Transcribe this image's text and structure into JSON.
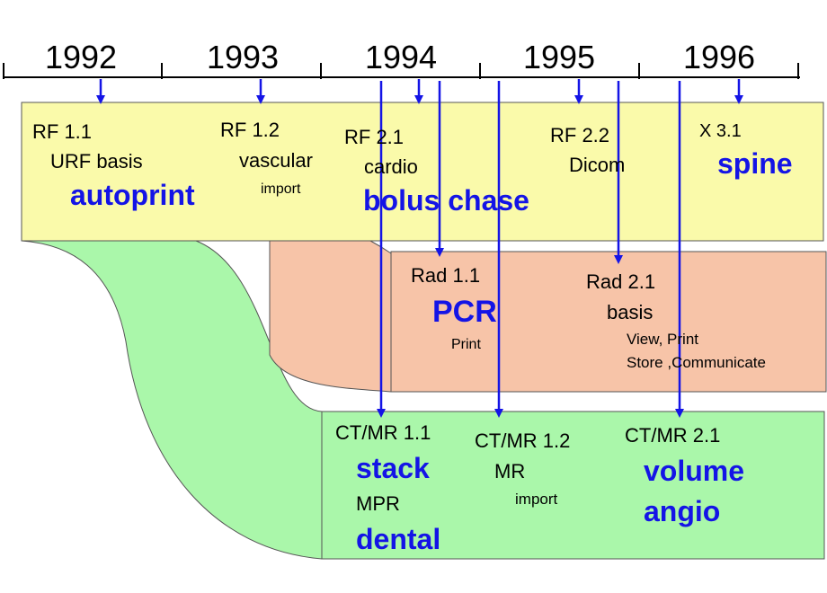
{
  "colors": {
    "rf_band": "#fafaaa",
    "rad_band": "#f7c4a8",
    "ct_band": "#aaf7aa",
    "highlight": "#1414e6",
    "border": "#555555"
  },
  "timeline": {
    "years": [
      "1992",
      "1993",
      "1994",
      "1995",
      "1996"
    ]
  },
  "rf": {
    "v11": {
      "version": "RF 1.1",
      "feature": "URF basis",
      "highlight": "autoprint"
    },
    "v12": {
      "version": "RF 1.2",
      "feature": "vascular",
      "sub": "import"
    },
    "v21": {
      "version": "RF 2.1",
      "feature": "cardio",
      "highlight": "bolus chase"
    },
    "v22": {
      "version": "RF 2.2",
      "feature": "Dicom"
    },
    "x31": {
      "version": "X 3.1",
      "highlight": "spine"
    }
  },
  "rad": {
    "v11": {
      "version": "Rad 1.1",
      "highlight": "PCR",
      "sub": "Print"
    },
    "v21": {
      "version": "Rad 2.1",
      "feature": "basis",
      "sub1": "View, Print",
      "sub2": "Store ,Communicate"
    }
  },
  "ct": {
    "v11": {
      "version": "CT/MR 1.1",
      "highlight1": "stack",
      "feature": "MPR",
      "highlight2": "dental"
    },
    "v12": {
      "version": "CT/MR 1.2",
      "feature": "MR",
      "sub": "import"
    },
    "v21": {
      "version": "CT/MR 2.1",
      "highlight1": "volume",
      "highlight2": "angio"
    }
  }
}
